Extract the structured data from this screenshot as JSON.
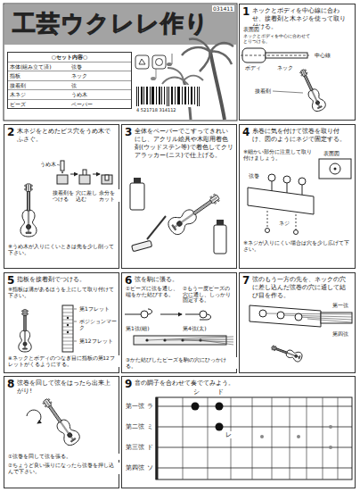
{
  "diagram": {
    "title": "工芸ウクレレ作り",
    "nodes": [
      {
        "text": [
          "○セット内容○",
          "本体(組み立て済)",
          "弦巻",
          "指板",
          "ネック",
          "接着剤",
          "弦",
          "木ネジ",
          "うめ木",
          "ビーズ",
          "ペーパー"
        ]
      },
      {
        "text": [
          "1",
          "ネックとボディを中心線に合わせ、接着剤と木ネジを使って取り付ける。"
        ]
      },
      {
        "text": [
          "2",
          "木ネジをとめたビス穴をうめ木でふさぐ。"
        ]
      },
      {
        "text": [
          "3",
          "全体をペーパーでこすってきれいにし、アクリル絵具や木彫用着色剤(ウッドステン等)で着色してクリアラッカー(ニス)で仕上げる。"
        ]
      },
      {
        "text": [
          "4",
          "糸巻に気を付けて弦巻を取り付け、図のようにネジで固定する。"
        ]
      },
      {
        "text": [
          "5",
          "指板を接着剤でつける。"
        ]
      },
      {
        "text": [
          "6",
          "弦を駒に張る。"
        ]
      },
      {
        "text": [
          "7",
          "弦のもう一方の先を、ネックの穴に差し込んだ弦巻の穴に通して結び目を作る。"
        ]
      },
      {
        "text": [
          "8",
          "弦巻を回して弦をはったら出来上がり!"
        ]
      },
      {
        "text": [
          "9",
          "音の調子を合わせて奏でてみよう。"
        ]
      }
    ],
    "labels": [
      "031411",
      "4 521718 314112",
      "表面図",
      "ネックとボディを中心に合わせてとりつける。",
      "中心線",
      "ボディ",
      "ネック",
      "接着剤",
      "うめ木",
      "接着剤をつける",
      "穴に差し込む",
      "余分をカット",
      "※うめ木が入りにくいときは先を少し削って下さい。",
      "※細かい部分に注意して取り付けましょう。",
      "表面図",
      "弦巻",
      "ネジ",
      "※ネジが入りにくい場合は穴を少し広げて下さい。",
      "※指板は溝があるほうを上にして取り付けて下さい。",
      "第1フレット",
      "ポジションマーク",
      "第12フレット",
      "※ネックとボディのつなぎ目に指板の第12フレットがくるようにする。",
      "①ビーズに弦を通し、端をかた結びする。",
      "②もう一度ビーズの穴に通し、しっかり固定する。",
      "第1弦(細)",
      "第4弦(太)",
      "③かた結びしたビーズを駒の穴にひっかける。",
      "第一弦",
      "第四弦",
      "①弦巻を回して弦を張る。",
      "②ちょうど良い張りになったら弦巻を押し込んで下さい。",
      "第一弦",
      "第二弦",
      "第三弦",
      "第四弦",
      "ラ",
      "ミ",
      "ド",
      "ソ",
      "シ",
      "ド",
      "レ"
    ]
  }
}
